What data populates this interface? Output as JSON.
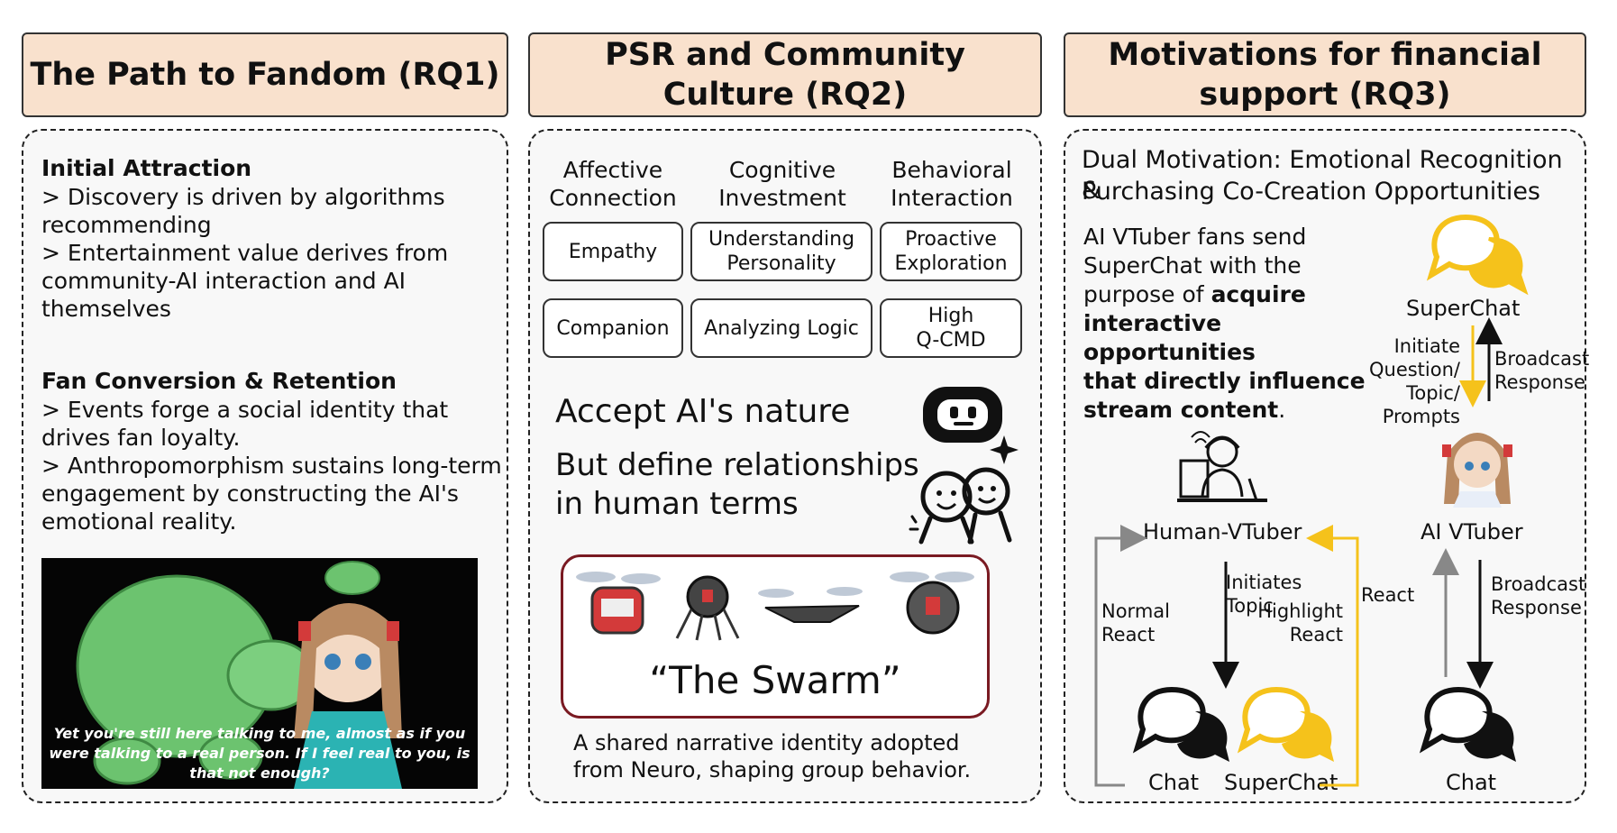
{
  "headers": {
    "rq1": "The Path to Fandom (RQ1)",
    "rq2_line1": "PSR and Community",
    "rq2_line2": "Culture (RQ2)",
    "rq3_line1": "Motivations for financial",
    "rq3_line2": "support (RQ3)"
  },
  "rq1": {
    "initial_title": "Initial Attraction",
    "initial_b1_l1": "> Discovery is driven by algorithms",
    "initial_b1_l2": "recommending",
    "initial_b2_l1": "> Entertainment value derives from",
    "initial_b2_l2": "community-AI interaction and AI",
    "initial_b2_l3": "themselves",
    "fan_title": "Fan Conversion & Retention",
    "fan_b1_l1": "> Events forge a social identity that",
    "fan_b1_l2": "drives fan loyalty.",
    "fan_b2_l1": "> Anthropomorphism sustains long-term",
    "fan_b2_l2": "engagement by constructing the AI's",
    "fan_b2_l3": "emotional reality.",
    "caption_l1": "Yet you're still here talking to me, almost as if you",
    "caption_l2": "were talking to a real person.  If I feel real to you, is",
    "caption_l3": "that not enough?"
  },
  "rq2": {
    "col1_l1": "Affective",
    "col1_l2": "Connection",
    "col2_l1": "Cognitive",
    "col2_l2": "Investment",
    "col3_l1": "Behavioral",
    "col3_l2": "Interaction",
    "empathy": "Empathy",
    "understanding_l1": "Understanding",
    "understanding_l2": "Personality",
    "proactive_l1": "Proactive",
    "proactive_l2": "Exploration",
    "companion": "Companion",
    "analyzing": "Analyzing Logic",
    "high_l1": "High",
    "high_l2": "Q-CMD",
    "accept": "Accept AI's nature",
    "define_l1": "But define relationships",
    "define_l2": "in human terms",
    "swarm": "“The Swarm”",
    "shared_l1": "A shared narrative identity adopted",
    "shared_l2": "from Neuro, shaping group behavior."
  },
  "rq3": {
    "dual_l1": "Dual Motivation: Emotional Recognition &",
    "dual_l2": "Purchasing Co-Creation Opportunities",
    "fans_l1": "AI VTuber fans send",
    "fans_l2": "SuperChat with the",
    "fans_l3a": "purpose of ",
    "fans_l3b": "acquire",
    "fans_l4": "interactive opportunities",
    "fans_l5": "that directly influence",
    "fans_l6a": "stream content",
    "fans_l6b": ".",
    "superchat_top": "SuperChat",
    "initiate_l1": "Initiate",
    "initiate_l2": "Question/",
    "initiate_l3": "Topic/",
    "initiate_l4": "Prompts",
    "broadcast1_l1": "Broadcast",
    "broadcast1_l2": "Response",
    "human_vtuber": "Human-VTuber",
    "ai_vtuber": "AI VTuber",
    "initiates_l1": "Initiates",
    "initiates_l2": "Topic",
    "normal_l1": "Normal",
    "normal_l2": "React",
    "highlight_l1": "Highlight",
    "highlight_l2": "React",
    "react": "React",
    "broadcast2_l1": "Broadcast",
    "broadcast2_l2": "Response",
    "chat1": "Chat",
    "superchat_bottom": "SuperChat",
    "chat2": "Chat"
  },
  "colors": {
    "header_fill": "#f9e1cd",
    "accent_yellow": "#f5c21b",
    "swarm_border": "#7a1a22",
    "turtle_green": "#6cc36f"
  }
}
